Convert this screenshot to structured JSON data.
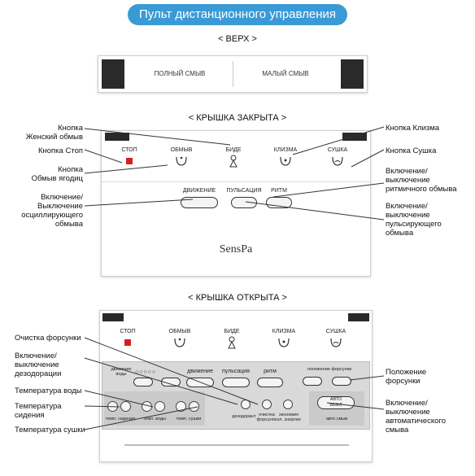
{
  "header": {
    "title": "Пульт дистанционного управления"
  },
  "sections": {
    "top": "< ВЕРХ >",
    "closed": "< КРЫШКА ЗАКРЫТА  >",
    "open": "< КРЫШКА ОТКРЫТА  >"
  },
  "top_panel": {
    "full_flush": "ПОЛНЫЙ СМЫВ",
    "small_flush": "МАЛЫЙ СМЫВ"
  },
  "buttons": {
    "stop": "СТОП",
    "wash": "ОБМЫВ",
    "bidet": "БИДЕ",
    "enema": "КЛИЗМА",
    "dry": "СУШКА"
  },
  "modes": {
    "motion": "ДВИЖЕНИЕ",
    "pulse": "ПУЛЬСАЦИЯ",
    "rhythm": "РИТМ"
  },
  "brand": "SensPa",
  "open_panel": {
    "move_water": "движение воды",
    "motion": "движение",
    "pulse": "пульсация",
    "rhythm": "ритм",
    "nozzle_pos": "положение форсунки",
    "temp_seat": "темп. сидения",
    "temp_water": "темп. воды",
    "temp_dry": "темп. сушки",
    "deodorant": "дезодорант",
    "nozzle_clean": "очистка форсунок",
    "eco": "экономия эл. энергии",
    "auto": "АВТО",
    "auto_sub": "ВЫКЛ",
    "auto_flush": "авто смыв"
  },
  "annotations": {
    "female": "Кнопка\nЖенский обмыв",
    "stop": "Кнопка Стоп",
    "buttocks": "Кнопка\nОбмыв ягодиц",
    "osc": "Включение/\nВыключение\nосциллирующего\nобмыва",
    "enema": "Кнопка Клизма",
    "dry": "Кнопка Сушка",
    "rhythm": "Включение/\nвыключение\nритмичного обмыва",
    "pulse": "Включение/\nвыключение\nпульсирующего\nобмыва",
    "nozzle_clean": "Очистка форсунки",
    "deodor": "Включение/\nвыключение\nдезодорации",
    "water_temp": "Температура воды",
    "seat_temp": "Температура\nсидения",
    "dry_temp": "Температура сушки",
    "nozzle_pos": "Положение\nфорсунки",
    "auto_flush": "Включение/\nвыключение\nавтоматического\nсмыва"
  }
}
